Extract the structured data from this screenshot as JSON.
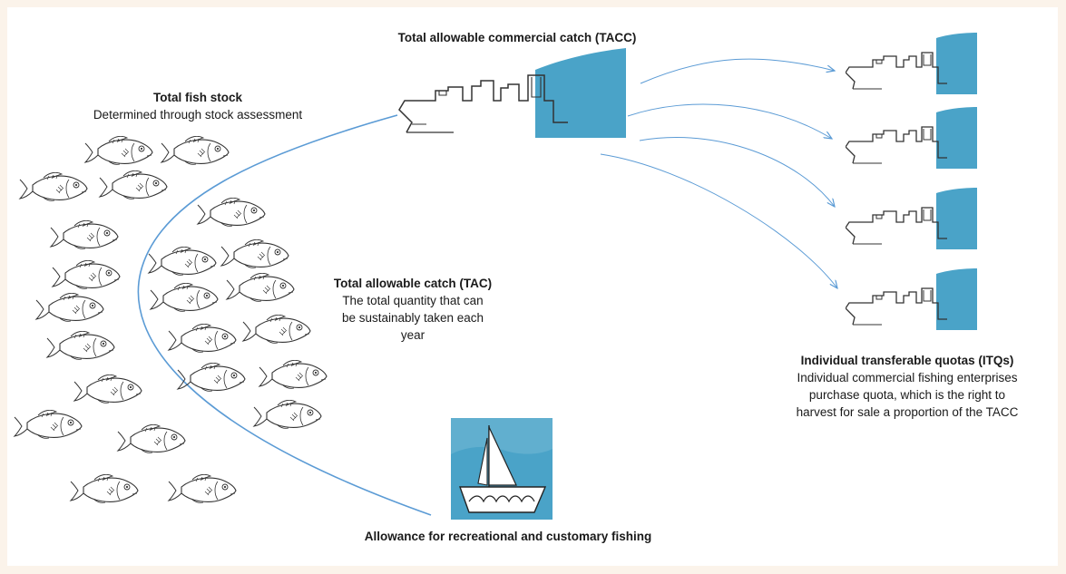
{
  "fish_stock": {
    "title": "Total fish stock",
    "subtitle": "Determined through stock assessment"
  },
  "tacc": {
    "title": "Total allowable commercial catch (TACC)"
  },
  "tac": {
    "title": "Total allowable catch (TAC)",
    "line1": "The total quantity that can",
    "line2": "be sustainably taken each",
    "line3": "year"
  },
  "itq": {
    "title": "Individual transferable quotas (ITQs)",
    "line1": "Individual commercial fishing enterprises",
    "line2": "purchase quota, which is the right to",
    "line3": "harvest for sale a proportion of the TACC"
  },
  "recreational": {
    "title": "Allowance for recreational and customary fishing"
  },
  "colors": {
    "background": "#fbf3ea",
    "water": "#4aa3c8",
    "arrow": "#5b9bd5",
    "outline": "#333333"
  },
  "icons": {
    "fish": "fish-icon",
    "commercial_vessel": "trawler-icon",
    "quota_vessel": "trawler-icon",
    "sailboat": "sailboat-icon"
  }
}
